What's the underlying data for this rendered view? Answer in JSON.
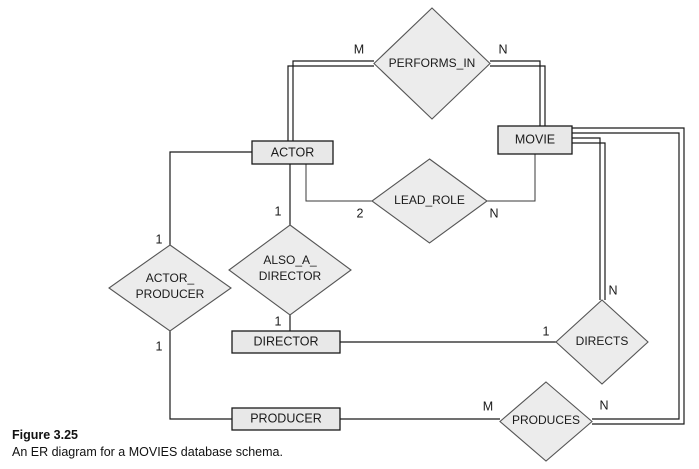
{
  "figure": {
    "number": "Figure 3.25",
    "caption": "An ER diagram for a MOVIES database schema."
  },
  "diagram": {
    "entities": [
      {
        "id": "actor",
        "label": "ACTOR"
      },
      {
        "id": "movie",
        "label": "MOVIE"
      },
      {
        "id": "director",
        "label": "DIRECTOR"
      },
      {
        "id": "producer",
        "label": "PRODUCER"
      }
    ],
    "relationships": [
      {
        "id": "performs_in",
        "label": "PERFORMS_IN",
        "line1": "PERFORMS_IN",
        "line2": ""
      },
      {
        "id": "lead_role",
        "label": "LEAD_ROLE",
        "line1": "LEAD_ROLE",
        "line2": ""
      },
      {
        "id": "also_a_director",
        "label": "ALSO_A_DIRECTOR",
        "line1": "ALSO_A_",
        "line2": "DIRECTOR"
      },
      {
        "id": "actor_producer",
        "label": "ACTOR_PRODUCER",
        "line1": "ACTOR_",
        "line2": "PRODUCER"
      },
      {
        "id": "directs",
        "label": "DIRECTS",
        "line1": "DIRECTS",
        "line2": ""
      },
      {
        "id": "produces",
        "label": "PRODUCES",
        "line1": "PRODUCES",
        "line2": ""
      }
    ],
    "cardinalities": [
      {
        "id": "performs-in-actor",
        "value": "M"
      },
      {
        "id": "performs-in-movie",
        "value": "N"
      },
      {
        "id": "lead-role-actor",
        "value": "2"
      },
      {
        "id": "lead-role-movie",
        "value": "N"
      },
      {
        "id": "actor-also-a-director",
        "value": "1"
      },
      {
        "id": "also-a-director-director",
        "value": "1"
      },
      {
        "id": "actor-actor-producer",
        "value": "1"
      },
      {
        "id": "actor-producer-producer",
        "value": "1"
      },
      {
        "id": "directs-director",
        "value": "1"
      },
      {
        "id": "directs-movie",
        "value": "N"
      },
      {
        "id": "produces-producer",
        "value": "M"
      },
      {
        "id": "produces-movie",
        "value": "N"
      }
    ],
    "colors": {
      "entity_fill": "#e8e8e8",
      "relationship_fill": "#ececec",
      "stroke": "#1a1a1a",
      "background": "#ffffff"
    }
  }
}
